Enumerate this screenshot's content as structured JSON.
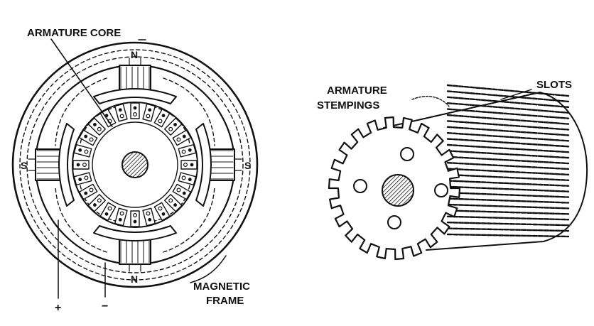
{
  "labels": {
    "armature_core": "ARMATURE CORE",
    "magnetic_frame_1": "MAGNETIC",
    "magnetic_frame_2": "FRAME",
    "armature_stampings_1": "ARMATURE",
    "armature_stampings_2": "STEMPINGS",
    "slots": "SLOTS"
  },
  "poles": {
    "north_top": "N",
    "north_bottom": "N",
    "south_left": "S",
    "south_right": "S"
  },
  "terminals": {
    "positive": "+",
    "negative": "−"
  }
}
